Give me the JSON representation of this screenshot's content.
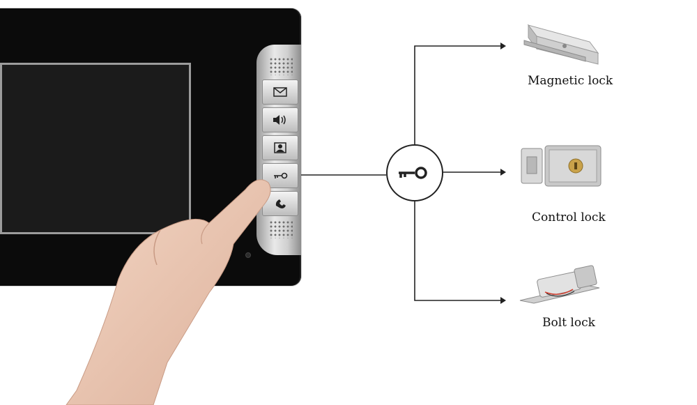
{
  "locks": {
    "magnetic": "Magnetic lock",
    "control": "Control lock",
    "bolt": "Bolt lock"
  },
  "colors": {
    "line": "#222222",
    "monitor": "#0b0b0b",
    "panel": "#c8c8c8"
  },
  "icons": [
    "message-icon",
    "speaker-icon",
    "contact-icon",
    "key-icon",
    "phone-icon"
  ]
}
